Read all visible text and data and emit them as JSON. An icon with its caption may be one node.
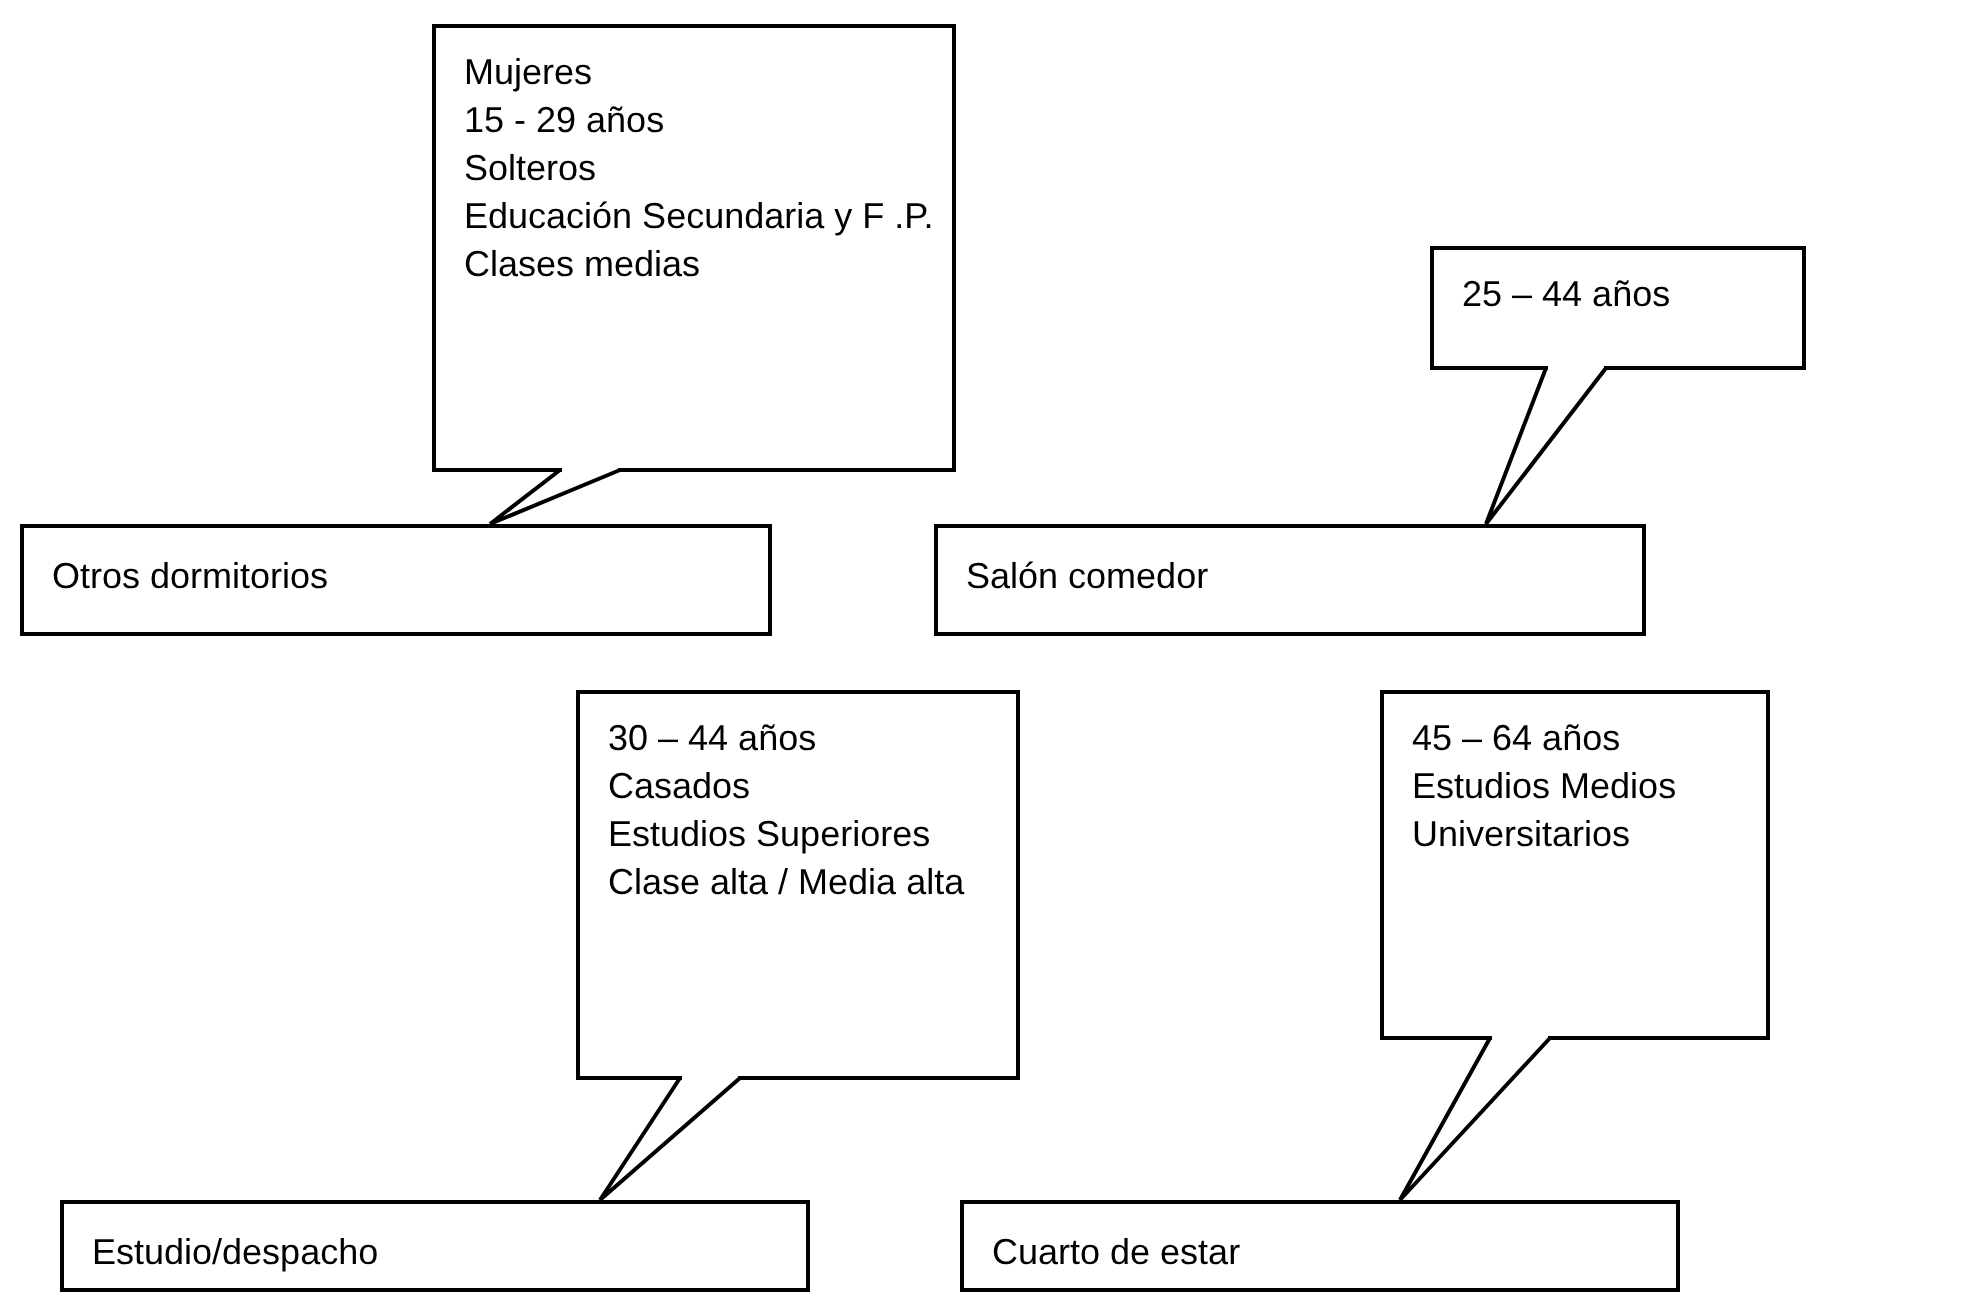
{
  "diagram": {
    "nodes": [
      {
        "text": [
          "Mujeres",
          "15 - 29 años",
          "Solteros",
          "Educación Secundaria y F .P.",
          "Clases medias"
        ]
      },
      {
        "text": [
          "Otros dormitorios"
        ]
      },
      {
        "text": [
          "25 – 44 años"
        ]
      },
      {
        "text": [
          "Salón comedor"
        ]
      },
      {
        "text": [
          "30 – 44 años",
          "Casados",
          "Estudios Superiores",
          "Clase alta / Media alta"
        ]
      },
      {
        "text": [
          "Estudio/despacho"
        ]
      },
      {
        "text": [
          "45 – 64 años",
          "Estudios Medios",
          "Universitarios"
        ]
      },
      {
        "text": [
          "Cuarto de estar"
        ]
      }
    ],
    "edges": [
      {
        "from": 0,
        "to": 1,
        "arrow": "none"
      },
      {
        "from": 2,
        "to": 3,
        "arrow": "none"
      },
      {
        "from": 4,
        "to": 5,
        "arrow": "none"
      },
      {
        "from": 6,
        "to": 7,
        "arrow": "none"
      }
    ]
  }
}
